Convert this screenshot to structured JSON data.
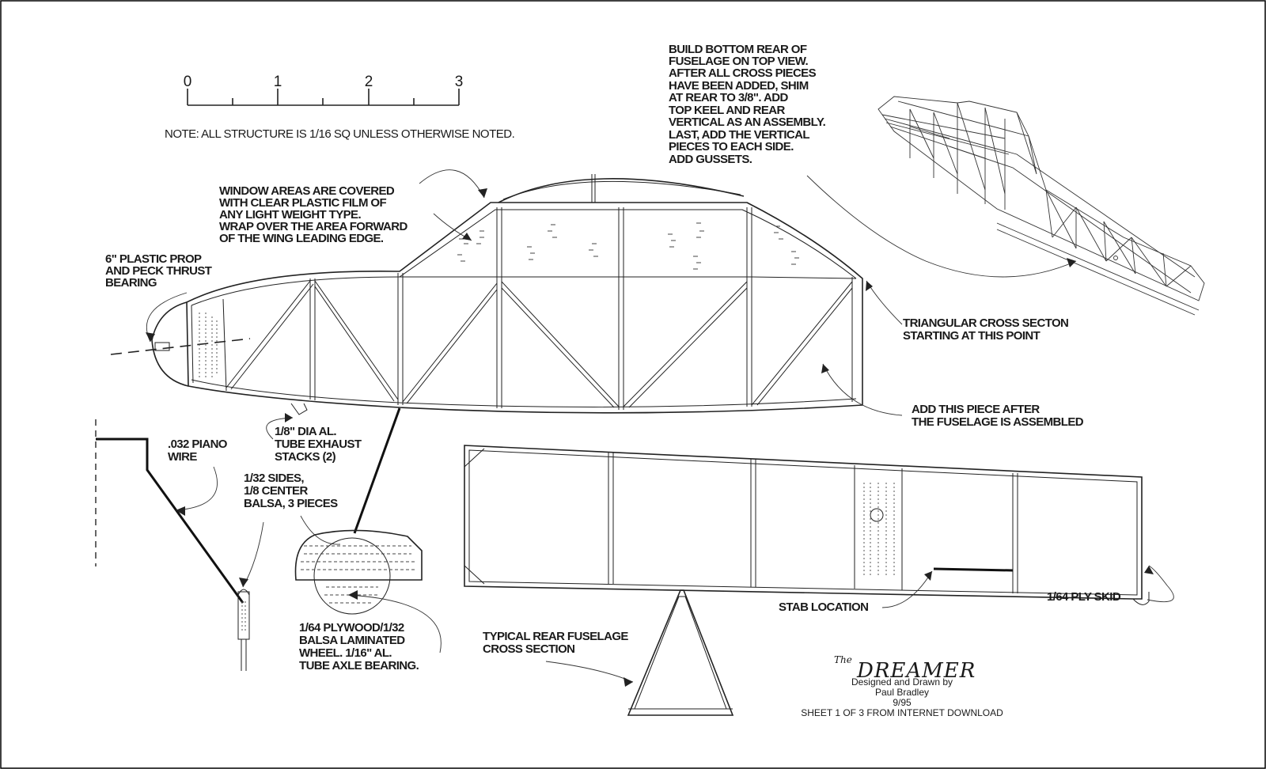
{
  "scale": {
    "ticks": [
      "0",
      "1",
      "2",
      "3"
    ]
  },
  "notes": {
    "structure": "NOTE: ALL STRUCTURE IS 1/16 SQ UNLESS OTHERWISE NOTED.",
    "window": [
      "WINDOW AREAS ARE COVERED",
      "WITH CLEAR PLASTIC FILM OF",
      "ANY LIGHT WEIGHT TYPE.",
      "WRAP OVER THE AREA FORWARD",
      "OF THE WING LEADING EDGE."
    ],
    "prop": [
      "6\" PLASTIC PROP",
      "AND PECK THRUST",
      "BEARING"
    ],
    "build": [
      "BUILD BOTTOM REAR OF",
      "FUSELAGE ON TOP VIEW.",
      "AFTER ALL CROSS PIECES",
      "HAVE BEEN ADDED, SHIM",
      "AT REAR TO 3/8\".  ADD",
      "TOP KEEL AND REAR",
      "VERTICAL AS AN ASSEMBLY.",
      "LAST, ADD THE VERTICAL",
      "PIECES TO EACH SIDE.",
      "ADD GUSSETS."
    ],
    "triangular": [
      "TRIANGULAR CROSS SECTON",
      "STARTING AT THIS POINT"
    ],
    "add_piece": [
      "ADD THIS PIECE AFTER",
      "THE FUSELAGE IS ASSEMBLED"
    ],
    "exhaust": [
      "1/8\" DIA AL.",
      "TUBE EXHAUST",
      "STACKS (2)"
    ],
    "piano": [
      ".032 PIANO",
      "WIRE"
    ],
    "sides": [
      "1/32 SIDES,",
      "1/8 CENTER",
      "BALSA, 3 PIECES"
    ],
    "wheel": [
      "1/64 PLYWOOD/1/32",
      "BALSA LAMINATED",
      "WHEEL.  1/16\" AL.",
      "TUBE AXLE BEARING."
    ],
    "cross_section": [
      "TYPICAL REAR FUSELAGE",
      "CROSS SECTION"
    ],
    "stab": "STAB LOCATION",
    "skid": "1/64 PLY SKID"
  },
  "title_block": {
    "the": "The",
    "name": "DREAMER",
    "credits": [
      "Designed and Drawn by",
      "Paul Bradley",
      "9/95",
      "SHEET 1 OF 3 FROM INTERNET DOWNLOAD"
    ]
  }
}
